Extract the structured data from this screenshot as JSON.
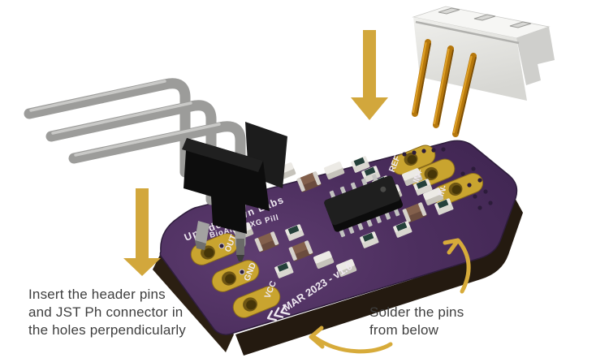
{
  "annotations": {
    "left_note": {
      "line1": "Insert the header pins",
      "line2": "and JST Ph connector in",
      "line3": "the holes perpendicularly"
    },
    "right_note": {
      "line1": "Solder the pins",
      "line2": "from below"
    }
  },
  "pcb": {
    "silkscreen": {
      "brand": "Upside Down Labs",
      "product": "BioAmp EXG Pill",
      "version": "MAR 2023 - v1.0",
      "left_pins": [
        "OUT",
        "GND",
        "VCC"
      ],
      "right_pins": [
        "REF",
        "IN+",
        "IN-"
      ]
    }
  },
  "colors": {
    "background": "#ffffff",
    "note_text": "#3e3e3e",
    "arrow_gold": "#d2a73c",
    "board_purple": "#4d2f5f",
    "pad_gold": "#c9a42f",
    "silkscreen_white": "#efe9f1"
  }
}
